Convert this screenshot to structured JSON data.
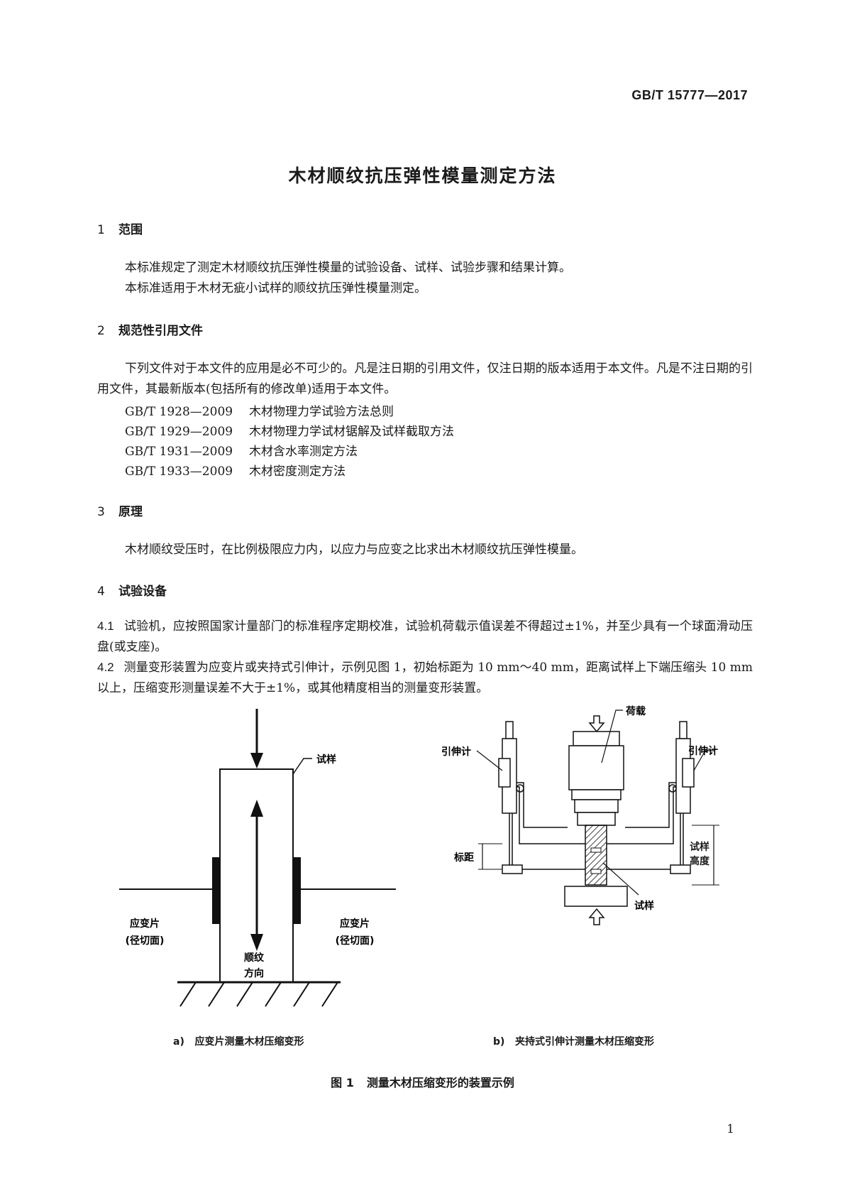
{
  "header": {
    "standard_number": "GB/T 15777—2017"
  },
  "title": "木材顺纹抗压弹性模量测定方法",
  "sections": [
    {
      "num": "1",
      "heading": "范围",
      "paragraphs": [
        "本标准规定了测定木材顺纹抗压弹性模量的试验设备、试样、试验步骤和结果计算。",
        "本标准适用于木材无疵小试样的顺纹抗压弹性模量测定。"
      ]
    },
    {
      "num": "2",
      "heading": "规范性引用文件",
      "paragraphs": [
        "下列文件对于本文件的应用是必不可少的。凡是注日期的引用文件，仅注日期的版本适用于本文件。凡是不注日期的引用文件，其最新版本(包括所有的修改单)适用于本文件。"
      ],
      "references": [
        {
          "code": "GB/T 1928—2009",
          "title": "木材物理力学试验方法总则"
        },
        {
          "code": "GB/T 1929—2009",
          "title": "木材物理力学试材锯解及试样截取方法"
        },
        {
          "code": "GB/T 1931—2009",
          "title": "木材含水率测定方法"
        },
        {
          "code": "GB/T 1933—2009",
          "title": "木材密度测定方法"
        }
      ]
    },
    {
      "num": "3",
      "heading": "原理",
      "paragraphs": [
        "木材顺纹受压时，在比例极限应力内，以应力与应变之比求出木材顺纹抗压弹性模量。"
      ]
    },
    {
      "num": "4",
      "heading": "试验设备",
      "subclauses": [
        {
          "num": "4.1",
          "text": "试验机，应按照国家计量部门的标准程序定期校准，试验机荷载示值误差不得超过±1%，并至少具有一个球面滑动压盘(或支座)。"
        },
        {
          "num": "4.2",
          "text": "测量变形装置为应变片或夹持式引伸计，示例见图 1，初始标距为 10 mm～40 mm，距离试样上下端压缩头 10 mm 以上，压缩变形测量误差不大于±1%，或其他精度相当的测量变形装置。"
        }
      ]
    }
  ],
  "figure": {
    "number": "图 1",
    "caption": "测量木材压缩变形的装置示例",
    "a": {
      "label": "a)",
      "caption": "应变片测量木材压缩变形",
      "specimen_label": "试样",
      "gauge_left": [
        "应变片",
        "(径切面)"
      ],
      "gauge_right": [
        "应变片",
        "(径切面)"
      ],
      "grain": [
        "顺纹",
        "方向"
      ]
    },
    "b": {
      "label": "b)",
      "caption": "夹持式引伸计测量木材压缩变形",
      "load_label": "荷载",
      "extensometer_left": "引伸计",
      "extensometer_right": "引伸计",
      "gauge_length": "标距",
      "specimen_height": [
        "试样",
        "高度"
      ],
      "specimen_label": "试样"
    }
  },
  "page_number": "1"
}
